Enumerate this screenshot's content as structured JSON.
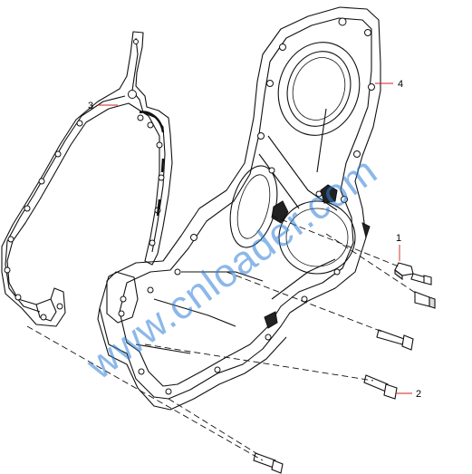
{
  "callouts": {
    "c1": "1",
    "c2": "2",
    "c3": "3",
    "c4": "4"
  },
  "watermark": "www.cnloader.com",
  "colors": {
    "line": "#111111",
    "leader": "#cc2222",
    "watermark": "#2f7fd8"
  }
}
